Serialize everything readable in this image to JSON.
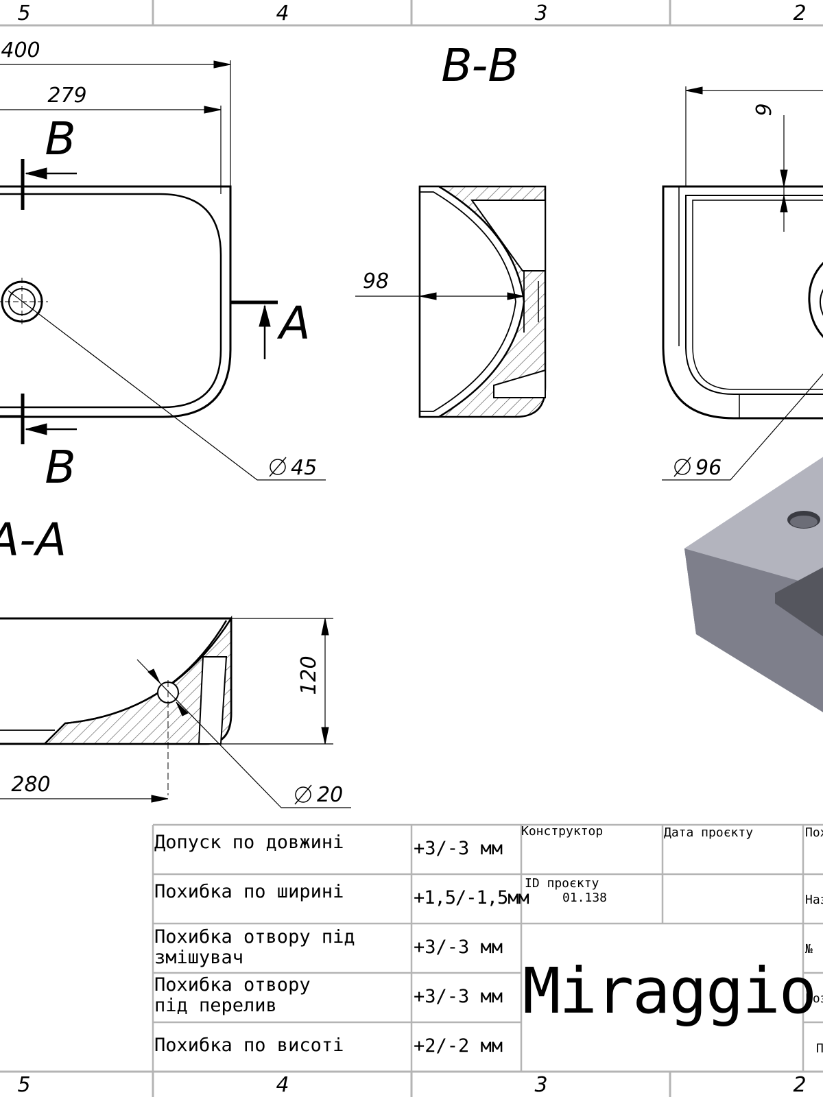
{
  "zones": {
    "top": [
      "5",
      "4",
      "3",
      "2"
    ],
    "bottom": [
      "5",
      "4",
      "3",
      "2"
    ]
  },
  "views": {
    "section_bb_title": "B-B",
    "section_aa_title": "A-A",
    "cut_b_top": "B",
    "cut_b_bottom": "B",
    "cut_a": "A"
  },
  "dimensions": {
    "d400": "400",
    "d279": "279",
    "d98": "98",
    "d9": "9",
    "dia45": "45",
    "dia96": "96",
    "d120": "120",
    "d280": "280",
    "dia20": "20"
  },
  "tolerances": [
    {
      "label": [
        "Допуск по довжині"
      ],
      "value": "+3/-3 мм"
    },
    {
      "label": [
        "Похибка по ширині"
      ],
      "value": "+1,5/-1,5мм"
    },
    {
      "label": [
        "Похибка отвору під",
        "змішувач"
      ],
      "value": "+3/-3 мм"
    },
    {
      "label": [
        "Похибка отвору",
        "під перелив"
      ],
      "value": "+3/-3 мм"
    },
    {
      "label": [
        "Похибка по висоті"
      ],
      "value": "+2/-2 мм"
    }
  ],
  "title_block": {
    "designer_label": "Конструктор",
    "project_date_label": "Дата проєкту",
    "col3_row1": "Пох",
    "project_id_label": "ID проєкту",
    "project_id_value": "01.138",
    "col3_row2": "Наз",
    "col3_row3": "№",
    "col3_row4": "Роз",
    "col3_row5": "П",
    "brand": "Miraggio"
  },
  "colors": {
    "line": "#000000",
    "frame": "#b4b4b4",
    "render_top": "#b2b3bd",
    "render_front": "#8b8c98",
    "render_inner": "#56575f"
  }
}
